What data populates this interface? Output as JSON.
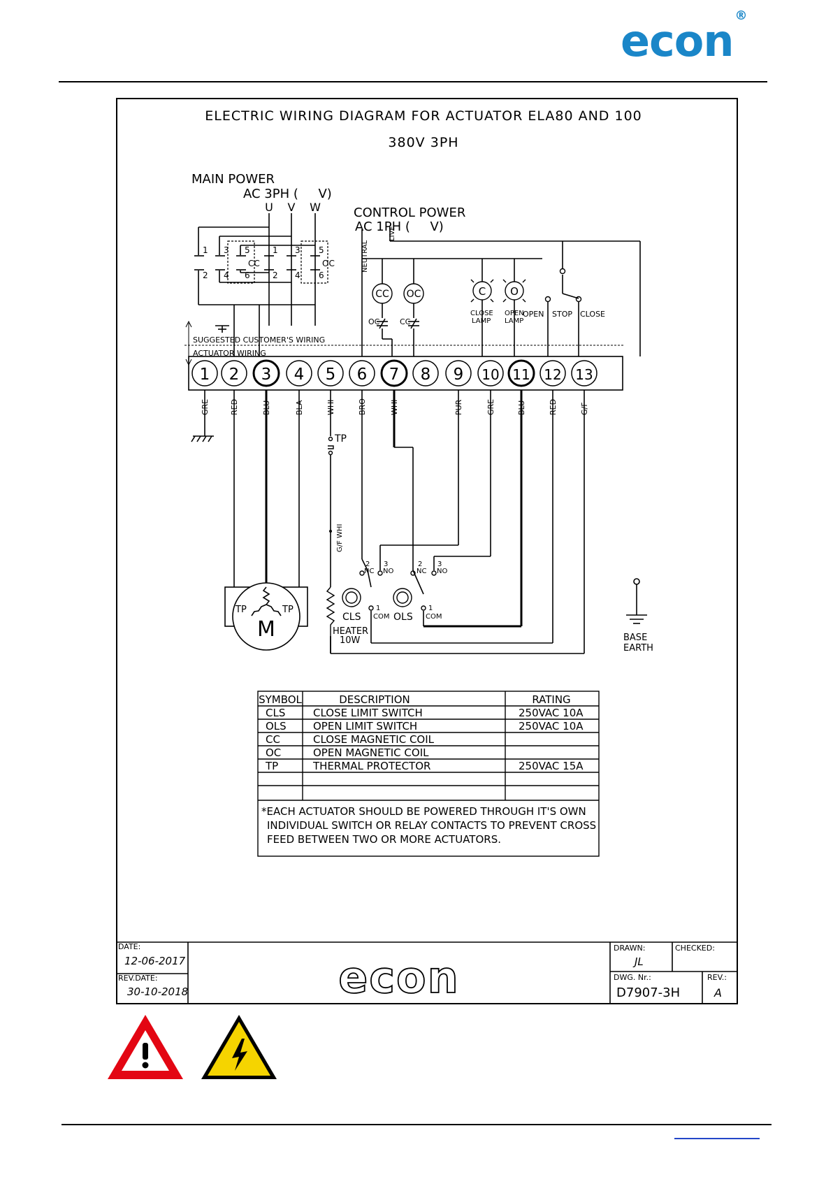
{
  "header": {
    "logo_text": "econ",
    "logo_reg": "®",
    "logo_color": "#1a86c8"
  },
  "diagram": {
    "title_line1": "ELECTRIC WIRING DIAGRAM FOR ACTUATOR ELA80 AND 100",
    "title_line2": "380V 3PH",
    "main_power_1": "MAIN POWER",
    "main_power_2": "AC 3PH (     V)",
    "phases": [
      "U",
      "V",
      "W"
    ],
    "control_power_1": "CONTROL POWER",
    "control_power_2": "AC 1PH (     V)",
    "neutral": "NEUTRAL",
    "live": "LIVE",
    "contact_nums_cc": [
      "1",
      "3",
      "5",
      "2",
      "4",
      "6"
    ],
    "contact_nums_oc": [
      "1",
      "3",
      "5",
      "2",
      "4",
      "6"
    ],
    "cc": "CC",
    "oc": "OC",
    "coil_cc": "CC",
    "coil_oc": "OC",
    "lamp_close_symbol": "C",
    "lamp_open_symbol": "O",
    "close_lamp_1": "CLOSE",
    "close_lamp_2": "LAMP",
    "open_lamp_1": "OPEN",
    "open_lamp_2": "LAMP",
    "switch_open": "OPEN",
    "switch_stop": "STOP",
    "switch_close": "CLOSE",
    "interlock_oc": "OC",
    "interlock_cc": "CC",
    "suggested": "SUGGESTED CUSTOMER'S WIRING",
    "actuator_wiring": "ACTUATOR WIRING",
    "terminals": [
      "1",
      "2",
      "3",
      "4",
      "5",
      "6",
      "7",
      "8",
      "9",
      "10",
      "11",
      "12",
      "13"
    ],
    "wire_colors": [
      "GRE",
      "RED",
      "BLU",
      "BLA",
      "WHI",
      "BRO",
      "WHI",
      "",
      "PUR",
      "GRE",
      "BLU",
      "RED",
      "G/F"
    ],
    "tp": "TP",
    "gf_whi": "G/F WHI",
    "nc": "NC",
    "no": "NO",
    "com": "COM",
    "n2": "2",
    "n3": "3",
    "n1": "1",
    "cls": "CLS",
    "ols": "OLS",
    "motor": "M",
    "motor_tp": "TP",
    "heater_1": "HEATER",
    "heater_2": "10W",
    "base_earth_1": "BASE",
    "base_earth_2": "EARTH"
  },
  "table": {
    "headers": [
      "SYMBOL",
      "DESCRIPTION",
      "RATING"
    ],
    "rows": [
      [
        "CLS",
        "CLOSE LIMIT SWITCH",
        "250VAC 10A"
      ],
      [
        "OLS",
        "OPEN LIMIT SWITCH",
        "250VAC 10A"
      ],
      [
        "CC",
        "CLOSE MAGNETIC COIL",
        ""
      ],
      [
        "OC",
        "OPEN MAGNETIC COIL",
        ""
      ],
      [
        "TP",
        "THERMAL PROTECTOR",
        "250VAC 15A"
      ],
      [
        "",
        "",
        ""
      ],
      [
        "",
        "",
        ""
      ]
    ],
    "note_1": "*EACH ACTUATOR SHOULD BE POWERED THROUGH IT'S OWN",
    "note_2": "INDIVIDUAL SWITCH OR RELAY CONTACTS TO PREVENT CROSS",
    "note_3": "FEED BETWEEN TWO OR MORE ACTUATORS."
  },
  "title_block": {
    "date_label": "DATE:",
    "date": "12-06-2017",
    "rev_date_label": "REV.DATE:",
    "rev_date": "30-10-2018",
    "center_logo": "econ",
    "drawn_label": "DRAWN:",
    "drawn": "JL",
    "checked_label": "CHECKED:",
    "dwg_label": "DWG. Nr.:",
    "dwg": "D7907-3H",
    "rev_label": "REV.:",
    "rev": "A"
  },
  "warnings": {
    "red_color": "#e30613",
    "yellow_color": "#f5d400"
  }
}
